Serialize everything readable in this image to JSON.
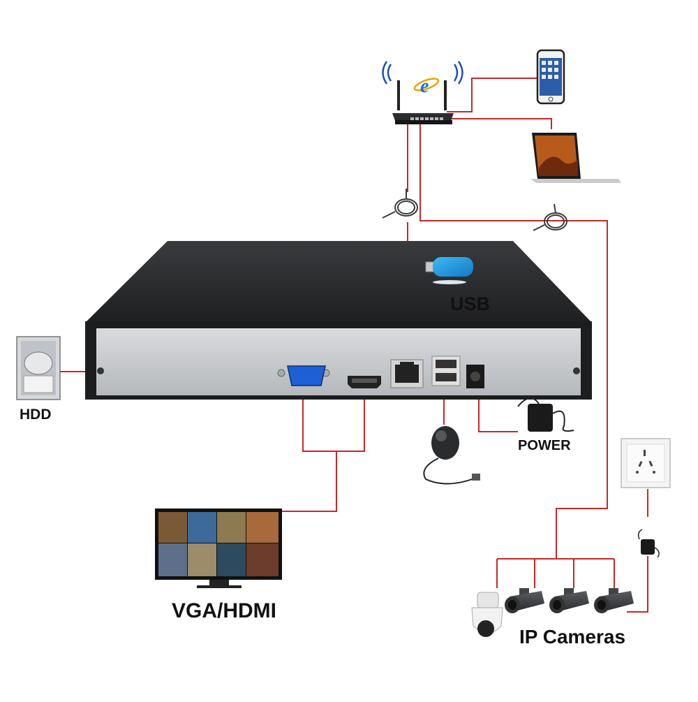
{
  "labels": {
    "hdd": "HDD",
    "usb": "USB",
    "power": "POWER",
    "vga_hdmi": "VGA/HDMI",
    "ip_cameras": "IP Cameras"
  },
  "browser_glyph": "e",
  "colors": {
    "wire": "#c62828",
    "nvr_top": "#2f3033",
    "nvr_panel": "#c7c9cc",
    "port_blue": "#1e5fd6",
    "usb_blue": "#1fa0e6"
  },
  "icons": [
    "router-icon",
    "wifi-icon",
    "browser-icon",
    "smartphone-icon",
    "laptop-icon",
    "ethernet-cable-icon",
    "usb-stick-icon",
    "nvr-recorder-icon",
    "hdd-icon",
    "vga-port-icon",
    "hdmi-port-icon",
    "lan-port-icon",
    "usb-port-icon",
    "dc-power-port-icon",
    "mouse-icon",
    "power-adapter-icon",
    "monitor-icon",
    "wall-socket-icon",
    "ptz-camera-icon",
    "bullet-camera-icon"
  ]
}
